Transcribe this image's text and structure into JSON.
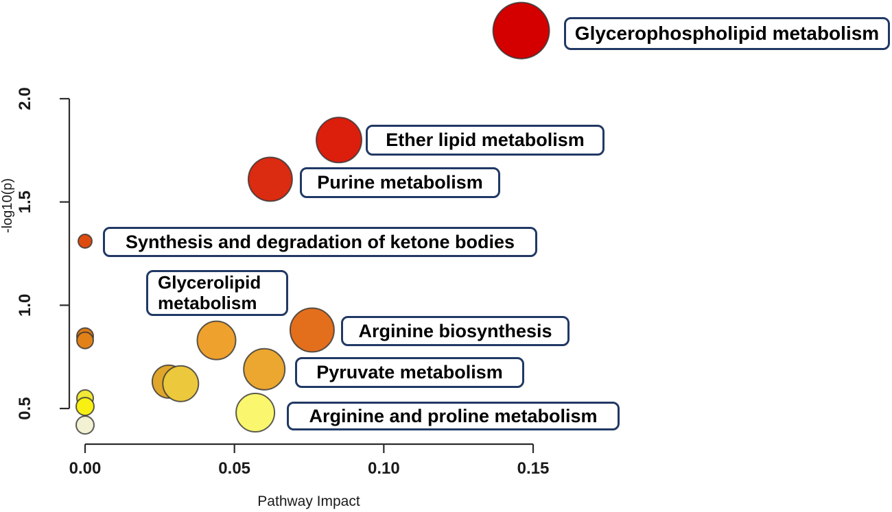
{
  "figure": {
    "xlabel": "Pathway Impact",
    "ylabel": "-log10(p)"
  },
  "colors": {
    "axis": "#2b2b2b",
    "callout_border": "#203864",
    "callout_background": "#ffffff",
    "bubble_stroke": "#333333"
  },
  "chart_data": {
    "type": "scatter",
    "title": "",
    "xlabel": "Pathway Impact",
    "ylabel": "-log10(p)",
    "xlim": [
      0,
      0.15
    ],
    "ylim": [
      0.5,
      2.0
    ],
    "grid": false,
    "legend": "none",
    "x_tick_values": [
      0,
      0.05,
      0.1,
      0.15
    ],
    "x_tick_labels": [
      "0.00",
      "0.05",
      "0.10",
      "0.15"
    ],
    "y_tick_values": [
      2.0,
      1.5,
      1.0,
      0.5
    ],
    "y_tick_labels": [
      "2.0",
      "1.5",
      "1.0",
      "0.5"
    ],
    "points": [
      {
        "id": "glycerophospholipid",
        "label": "Glycerophospholipid metabolism",
        "label_lines": [
          "Glycerophospholipid metabolism"
        ],
        "x": 0.146,
        "y": 2.33,
        "r": 41,
        "color": "#D40000"
      },
      {
        "id": "ether-lipid",
        "label": "Ether lipid metabolism",
        "label_lines": [
          "Ether lipid metabolism"
        ],
        "x": 0.085,
        "y": 1.8,
        "r": 33,
        "color": "#DC1E0C"
      },
      {
        "id": "purine",
        "label": "Purine metabolism",
        "label_lines": [
          "Purine metabolism"
        ],
        "x": 0.062,
        "y": 1.61,
        "r": 32,
        "color": "#DB2B10"
      },
      {
        "id": "ketone-bodies",
        "label": "Synthesis and degradation of ketone bodies",
        "label_lines": [
          "Synthesis and degradation of ketone bodies"
        ],
        "x": 0.0,
        "y": 1.31,
        "r": 10,
        "color": "#DE4B10"
      },
      {
        "id": "arginine-biosynthesis",
        "label": "Arginine biosynthesis",
        "label_lines": [
          "Arginine biosynthesis"
        ],
        "x": 0.076,
        "y": 0.88,
        "r": 32,
        "color": "#E36F1D"
      },
      {
        "id": "unlabeled-orange-back",
        "label": null,
        "x": 0.0,
        "y": 0.85,
        "r": 12,
        "color": "#DD7A16"
      },
      {
        "id": "unlabeled-orange-front",
        "label": null,
        "x": 0.0,
        "y": 0.83,
        "r": 12,
        "color": "#E28117"
      },
      {
        "id": "glycerolipid",
        "label": "Glycerolipid metabolism",
        "label_lines": [
          "Glycerolipid",
          "metabolism"
        ],
        "x": 0.044,
        "y": 0.83,
        "r": 28,
        "color": "#EEA12D"
      },
      {
        "id": "pyruvate",
        "label": "Pyruvate metabolism",
        "label_lines": [
          "Pyruvate metabolism"
        ],
        "x": 0.06,
        "y": 0.69,
        "r": 30,
        "color": "#EBA72F"
      },
      {
        "id": "unlabeled-gold-back",
        "label": null,
        "x": 0.028,
        "y": 0.63,
        "r": 24,
        "color": "#DFA62B"
      },
      {
        "id": "unlabeled-gold-front",
        "label": null,
        "x": 0.032,
        "y": 0.62,
        "r": 26,
        "color": "#ECC83C"
      },
      {
        "id": "unlabeled-yellow-back",
        "label": null,
        "x": 0.0,
        "y": 0.55,
        "r": 12,
        "color": "#F2E838"
      },
      {
        "id": "unlabeled-yellow-front",
        "label": null,
        "x": 0.0,
        "y": 0.51,
        "r": 13,
        "color": "#F8F013"
      },
      {
        "id": "arginine-proline",
        "label": "Arginine and proline metabolism",
        "label_lines": [
          "Arginine and proline metabolism"
        ],
        "x": 0.057,
        "y": 0.48,
        "r": 28,
        "color": "#FAF76F"
      },
      {
        "id": "unlabeled-cream",
        "label": null,
        "x": 0.0,
        "y": 0.42,
        "r": 13,
        "color": "#F2F1D3"
      }
    ]
  }
}
